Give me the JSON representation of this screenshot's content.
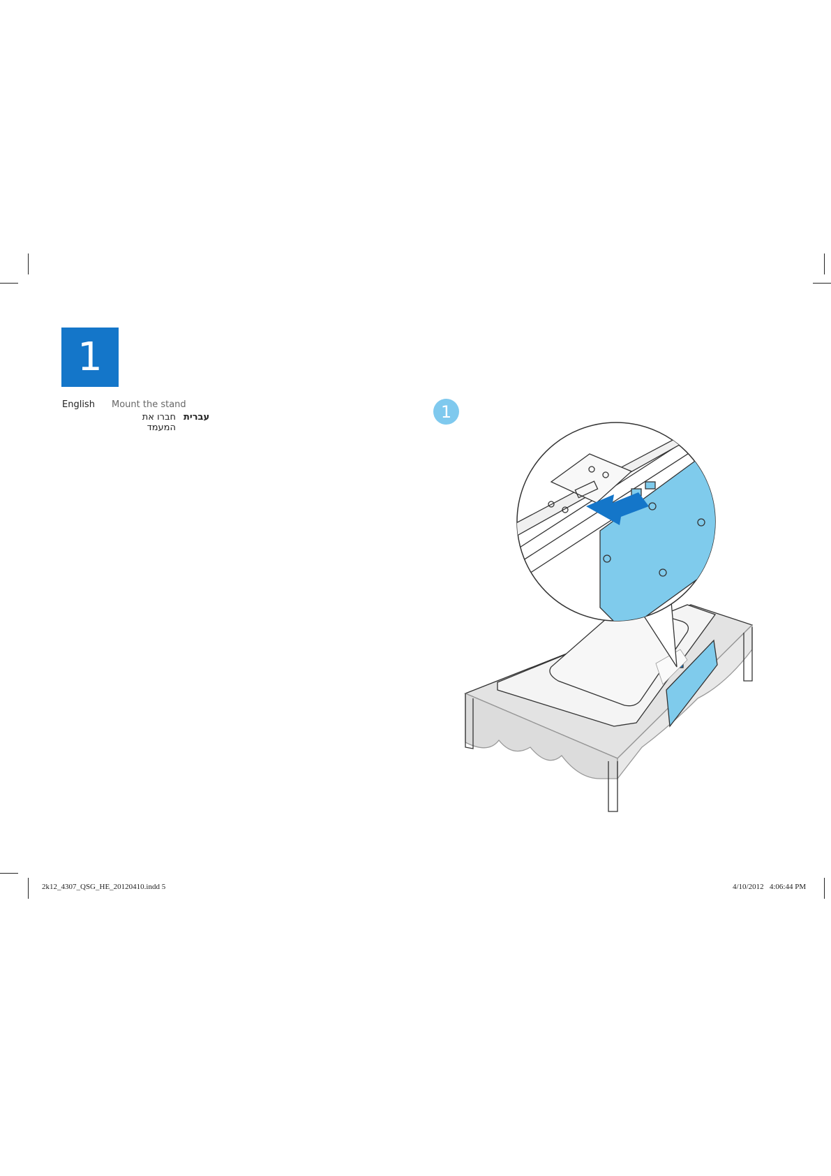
{
  "step": {
    "number": "1"
  },
  "languages": [
    {
      "name": "English",
      "instruction": "Mount the stand"
    },
    {
      "name": "עברית",
      "instruction": "חברו את המעמד"
    }
  ],
  "illustration": {
    "badge": "1",
    "colors": {
      "accent_blue": "#1476c9",
      "panel_blue": "#7fcbec",
      "table_gray": "#dcdcdc"
    }
  },
  "footer": {
    "filename": "2k12_4307_QSG_HE_20120410.indd   5",
    "timestamp": "4/10/2012   4:06:44 PM"
  }
}
